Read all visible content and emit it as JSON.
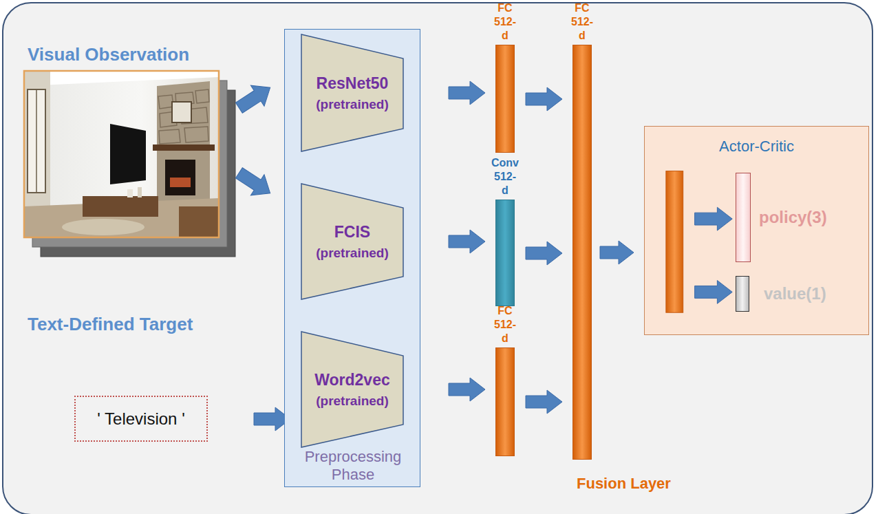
{
  "diagram": {
    "nodes": [
      {
        "text": [
          "Preprocessing Phase"
        ]
      },
      {
        "text": [
          "ResNet50",
          "(pretrained)"
        ],
        "in": 0
      },
      {
        "text": [
          "FCIS",
          "(pretrained)"
        ],
        "in": 0
      },
      {
        "text": [
          "Word2vec",
          "(pretrained)"
        ],
        "in": 0
      },
      {
        "text": [
          "' Television '"
        ]
      },
      {
        "text": [
          "FC 512-d"
        ]
      },
      {
        "text": [
          "Conv 512-d"
        ]
      },
      {
        "text": [
          "FC 512-d"
        ]
      },
      {
        "text": [
          "FC 512-d"
        ]
      },
      {
        "text": [
          "Actor-Critic"
        ]
      },
      {
        "text": [
          "policy(3)"
        ],
        "in": 9
      },
      {
        "text": [
          "value(1)"
        ],
        "in": 9
      }
    ],
    "edges": [
      {
        "from": 4,
        "to": 3,
        "arrow": "to"
      },
      {
        "from": 1,
        "to": 5,
        "arrow": "to"
      },
      {
        "from": 2,
        "to": 6,
        "arrow": "to"
      },
      {
        "from": 3,
        "to": 7,
        "arrow": "to"
      },
      {
        "from": 5,
        "to": 8,
        "arrow": "to"
      },
      {
        "from": 6,
        "to": 8,
        "arrow": "to"
      },
      {
        "from": 7,
        "to": 8,
        "arrow": "to"
      },
      {
        "from": 8,
        "to": 9,
        "arrow": "to"
      }
    ],
    "labels": [
      "Visual Observation",
      "Text-Defined Target",
      "Fusion Layer"
    ]
  }
}
